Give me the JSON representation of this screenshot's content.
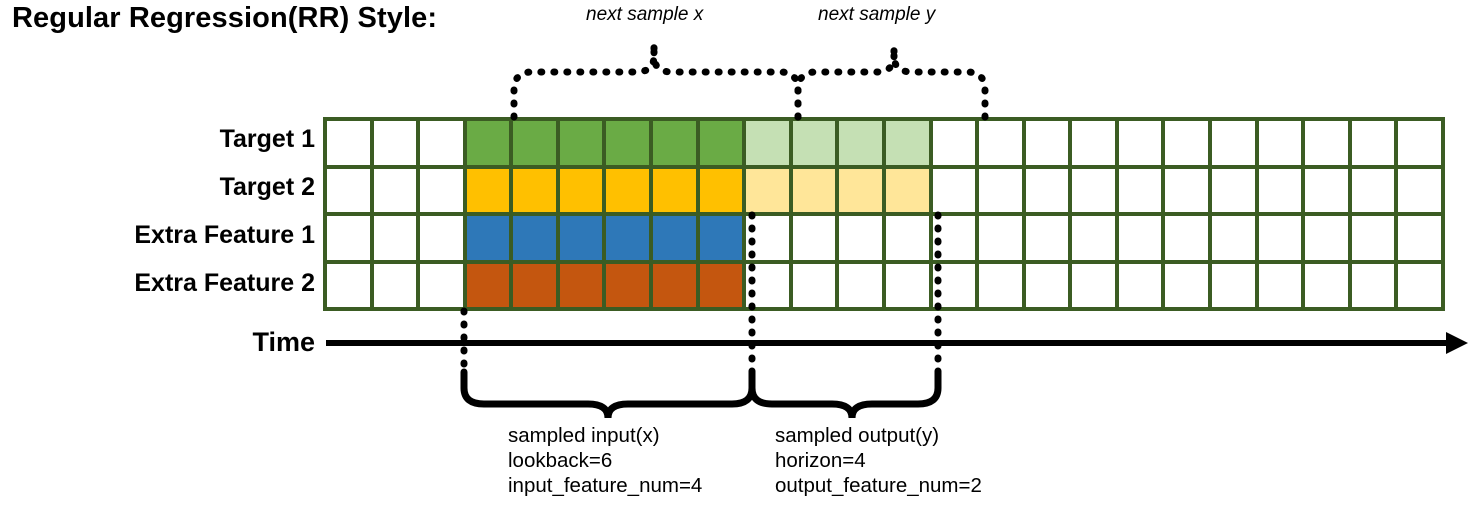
{
  "title": "Regular Regression(RR) Style:",
  "rows": [
    {
      "label": "Target 1",
      "name": "target-1"
    },
    {
      "label": "Target 2",
      "name": "target-2"
    },
    {
      "label": "Extra Feature 1",
      "name": "extra-feature-1"
    },
    {
      "label": "Extra Feature 2",
      "name": "extra-feature-2"
    }
  ],
  "axis": {
    "time_label": "Time"
  },
  "annotations": {
    "next_sample_x": "next sample x",
    "next_sample_y": "next sample y"
  },
  "captions": {
    "input": {
      "line1": "sampled input(x)",
      "line2": "lookback=6",
      "line3": "input_feature_num=4"
    },
    "output": {
      "line1": "sampled output(y)",
      "line2": "horizon=4",
      "line3": "output_feature_num=2"
    }
  },
  "colors": {
    "grid_border": "#3b5c23",
    "target1_input": "#6aab45",
    "target1_output": "#c5e0b4",
    "target2_input": "#ffc000",
    "target2_output": "#ffe699",
    "extra_feature1": "#2e78b8",
    "extra_feature2": "#c4560f",
    "empty": "#ffffff",
    "line": "#000000"
  },
  "chart_data": {
    "type": "heatmap",
    "title": "Regular Regression(RR) Style:",
    "total_columns": 24,
    "lookback": 6,
    "horizon": 4,
    "input_feature_num": 4,
    "output_feature_num": 2,
    "input_start_column": 4,
    "input_end_column": 9,
    "output_start_column": 10,
    "output_end_column": 13,
    "categories": [
      "Target 1",
      "Target 2",
      "Extra Feature 1",
      "Extra Feature 2"
    ],
    "series": [
      {
        "name": "Target 1",
        "fills": [
          "empty",
          "empty",
          "empty",
          "in",
          "in",
          "in",
          "in",
          "in",
          "in",
          "out",
          "out",
          "out",
          "out",
          "empty",
          "empty",
          "empty",
          "empty",
          "empty",
          "empty",
          "empty",
          "empty",
          "empty",
          "empty",
          "empty"
        ]
      },
      {
        "name": "Target 2",
        "fills": [
          "empty",
          "empty",
          "empty",
          "in",
          "in",
          "in",
          "in",
          "in",
          "in",
          "out",
          "out",
          "out",
          "out",
          "empty",
          "empty",
          "empty",
          "empty",
          "empty",
          "empty",
          "empty",
          "empty",
          "empty",
          "empty",
          "empty"
        ]
      },
      {
        "name": "Extra Feature 1",
        "fills": [
          "empty",
          "empty",
          "empty",
          "in",
          "in",
          "in",
          "in",
          "in",
          "in",
          "empty",
          "empty",
          "empty",
          "empty",
          "empty",
          "empty",
          "empty",
          "empty",
          "empty",
          "empty",
          "empty",
          "empty",
          "empty",
          "empty",
          "empty"
        ]
      },
      {
        "name": "Extra Feature 2",
        "fills": [
          "empty",
          "empty",
          "empty",
          "in",
          "in",
          "in",
          "in",
          "in",
          "in",
          "empty",
          "empty",
          "empty",
          "empty",
          "empty",
          "empty",
          "empty",
          "empty",
          "empty",
          "empty",
          "empty",
          "empty",
          "empty",
          "empty",
          "empty"
        ]
      }
    ],
    "xlabel": "Time",
    "ylabel": "",
    "grid": true,
    "legend": false
  }
}
